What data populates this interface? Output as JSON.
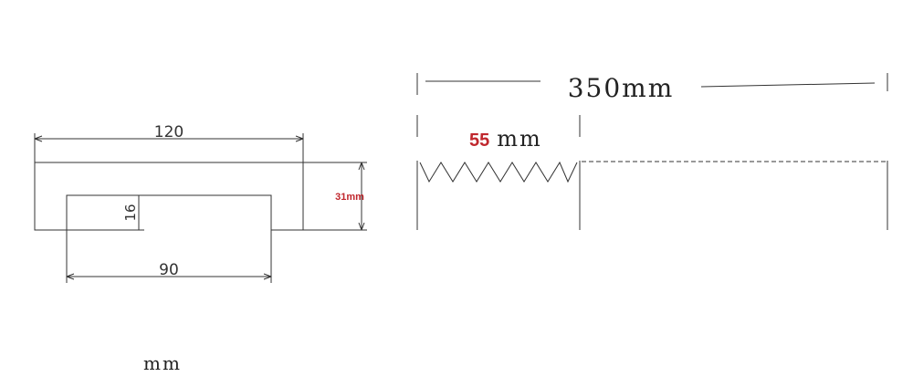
{
  "cross_section": {
    "width_label": "120",
    "inner_width_label": "90",
    "depth_label": "16",
    "height_label": "31mm",
    "unit_label": "mm"
  },
  "length_view": {
    "total_label": "350mm",
    "segment_value": "55",
    "segment_unit": "mm"
  },
  "colors": {
    "line": "#333333",
    "accent_red": "#c0272d"
  }
}
